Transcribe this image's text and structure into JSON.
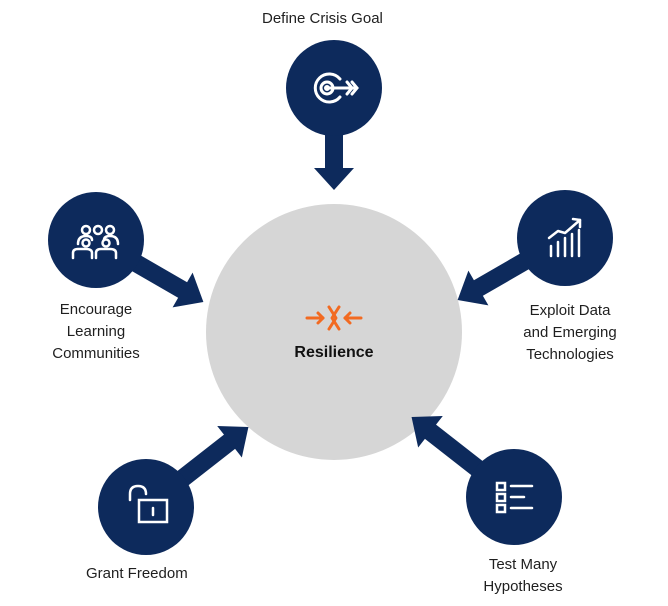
{
  "colors": {
    "navy": "#0d2a5c",
    "center_fill": "#d6d6d6",
    "accent": "#f26a21",
    "icon_stroke": "#ffffff"
  },
  "center": {
    "label": "Resilience",
    "icon": "compress-arrows-icon"
  },
  "nodes": [
    {
      "id": "goal",
      "lines": [
        "Define Crisis Goal"
      ],
      "icon": "target-icon"
    },
    {
      "id": "communities",
      "lines": [
        "Encourage",
        "Learning",
        "Communities"
      ],
      "icon": "people-group-icon"
    },
    {
      "id": "data",
      "lines": [
        "Exploit Data",
        "and Emerging",
        "Technologies"
      ],
      "icon": "bar-chart-trend-icon"
    },
    {
      "id": "freedom",
      "lines": [
        "Grant Freedom"
      ],
      "icon": "unlocked-padlock-icon"
    },
    {
      "id": "hypotheses",
      "lines": [
        "Test Many",
        "Hypotheses"
      ],
      "icon": "checklist-icon"
    }
  ]
}
